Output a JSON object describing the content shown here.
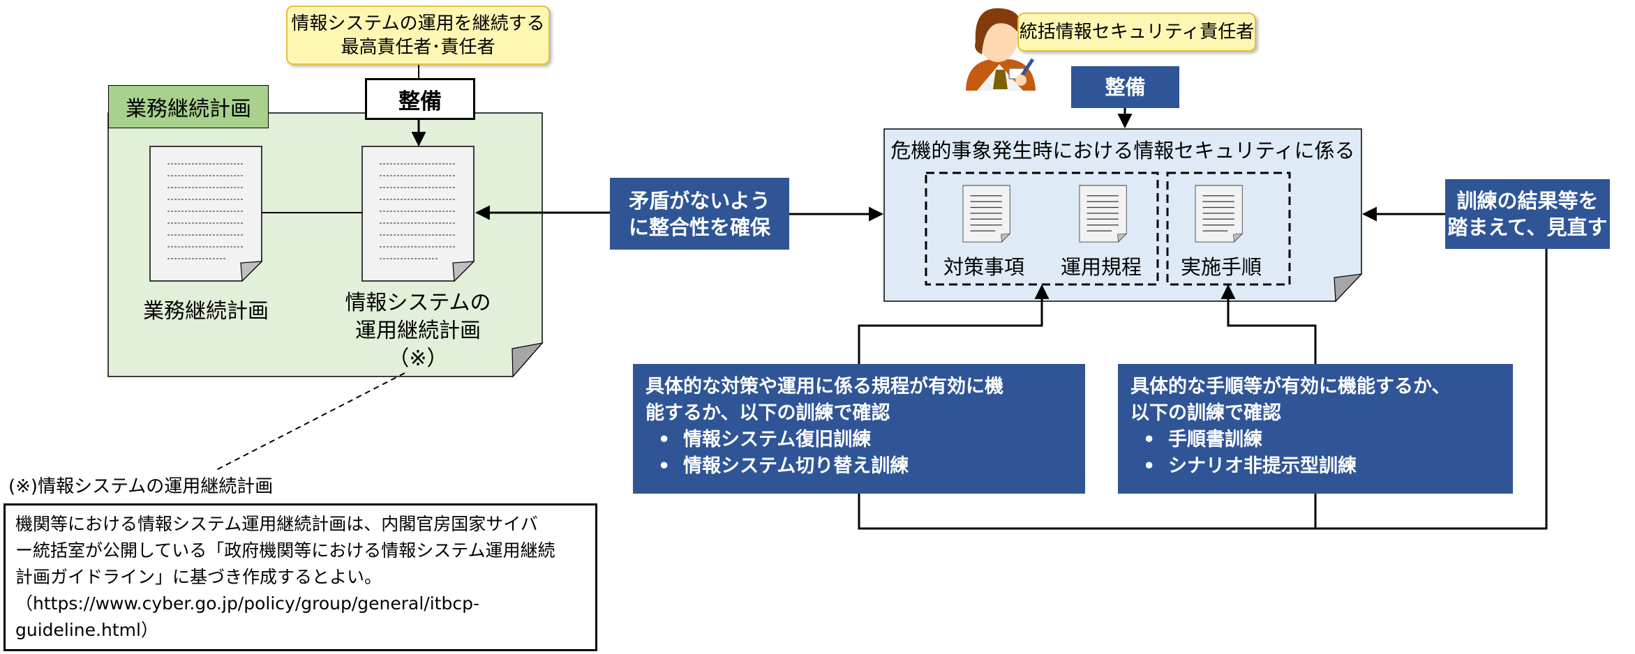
{
  "top_left_note": {
    "line1": "情報システムの運用を継続する",
    "line2": "最高責任者･責任者"
  },
  "left_seibi": "整備",
  "business_panel": {
    "tab": "業務継続計画",
    "doc1_label": "業務継続計画",
    "doc2_label_line1": "情報システムの",
    "doc2_label_line2": "運用継続計画",
    "doc2_label_line3": "（※）"
  },
  "consistency": {
    "line1": "矛盾がないよう",
    "line2": "に整合性を確保"
  },
  "top_right_note": {
    "label": "統括情報セキュリティ責任者"
  },
  "right_seibi": "整備",
  "crisis_panel": {
    "title": "危機的事象発生時における情報セキュリティに係る",
    "doc_a": "対策事項",
    "doc_b": "運用規程",
    "doc_c": "実施手順"
  },
  "review": {
    "line1": "訓練の結果等を",
    "line2": "踏まえて、見直す"
  },
  "training_left": {
    "line1": "具体的な対策や運用に係る規程が有効に機",
    "line2": "能するか、以下の訓練で確認",
    "items": [
      "情報システム復旧訓練",
      "情報システム切り替え訓練"
    ]
  },
  "training_right": {
    "line1": "具体的な手順等が有効に機能するか、",
    "line2": "以下の訓練で確認",
    "items": [
      "手順書訓練",
      "シナリオ非提示型訓練"
    ]
  },
  "footnote": {
    "heading": "(※)情報システムの運用継続計画",
    "line1": "機関等における情報システム運用継続計画は、内閣官房国家サイバ",
    "line2": "ー統括室が公開している「政府機関等における情報システム運用継続",
    "line3": "計画ガイドライン」に基づき作成するとよい。",
    "line4": "（https://www.cyber.go.jp/policy/group/general/itbcp-",
    "line5": "guideline.html）"
  },
  "colors": {
    "navy": "#2f5597",
    "green_panel": "#e2efd9",
    "green_tab": "#a9d18e",
    "blue_panel": "#deebf7",
    "yellow_note": "#fef7b3"
  }
}
